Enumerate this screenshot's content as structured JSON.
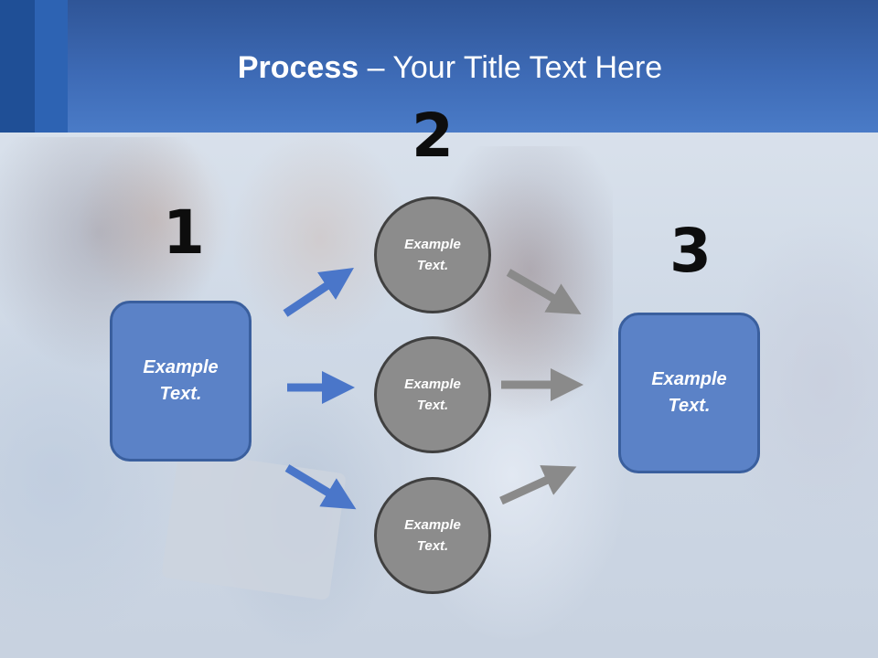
{
  "header": {
    "title_bold": "Process",
    "title_rest": " – Your Title Text Here"
  },
  "steps": {
    "one": "1",
    "two": "2",
    "three": "3"
  },
  "left_box": {
    "text": "Example Text."
  },
  "circles": [
    {
      "text": "Example Text."
    },
    {
      "text": "Example Text."
    },
    {
      "text": "Example Text."
    }
  ],
  "right_box": {
    "text": "Example Text."
  },
  "colors": {
    "header": "#3d6ab5",
    "box_fill": "#5b82c7",
    "circle_fill": "#8c8c8c",
    "blue_arrow": "#4a76c9",
    "gray_arrow": "#8a8a8a"
  }
}
